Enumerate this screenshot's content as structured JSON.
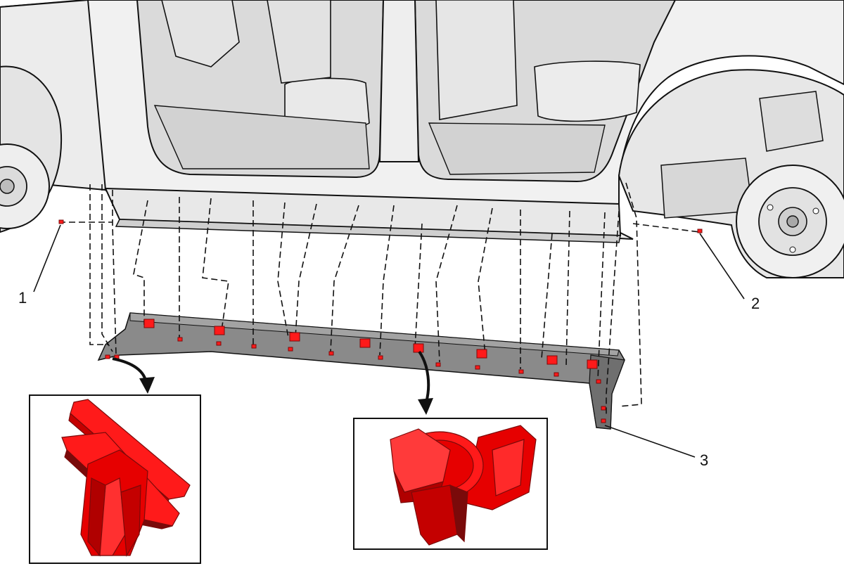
{
  "callouts": [
    {
      "id": "1",
      "label": "1"
    },
    {
      "id": "2",
      "label": "2"
    },
    {
      "id": "3",
      "label": "3"
    }
  ],
  "colors": {
    "line": "#111111",
    "body_light": "#f1f1f1",
    "body_mid": "#dadada",
    "body_shade": "#c4c4c4",
    "panel": "#8a8a8a",
    "panel_dark": "#6f6f6f",
    "clip": "#ff1a1a",
    "clip_dark": "#c40000",
    "clip_shadow": "#7a0a0a"
  },
  "icons": [
    "left-wheel",
    "right-wheel",
    "push-pin-retainer",
    "panel-clip-retainer",
    "rocker-panel",
    "down-arrow"
  ]
}
